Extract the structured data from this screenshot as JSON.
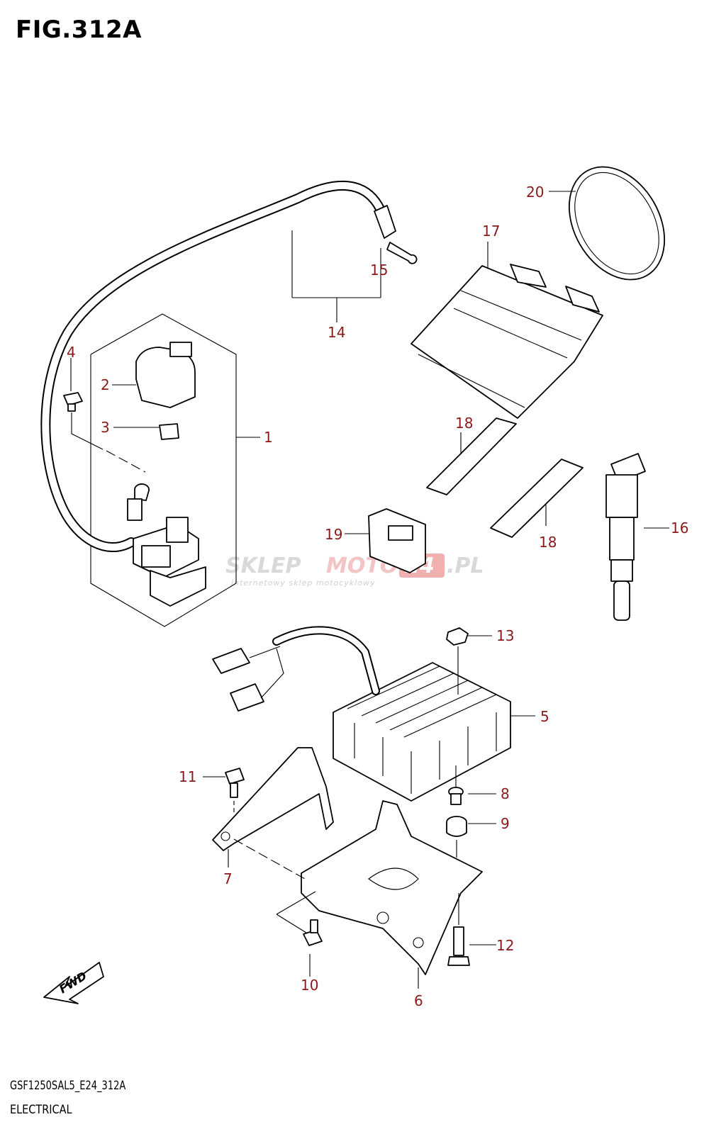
{
  "figure": {
    "title": "FIG.312A",
    "code": "GSF1250SAL5_E24_312A",
    "name": "ELECTRICAL"
  },
  "watermark": {
    "brand_a": "SKLEP",
    "brand_b": "MOTO",
    "brand_c": "24",
    "brand_d": ".PL",
    "tagline": "internetowy sklep motocyklowy"
  },
  "fwd_label": "FWD",
  "callouts": {
    "c1": "1",
    "c2": "2",
    "c3": "3",
    "c4": "4",
    "c5": "5",
    "c6": "6",
    "c7": "7",
    "c8": "8",
    "c9": "9",
    "c10": "10",
    "c11": "11",
    "c12": "12",
    "c13": "13",
    "c14": "14",
    "c15": "15",
    "c16": "16",
    "c17": "17",
    "c18a": "18",
    "c18b": "18",
    "c19": "19",
    "c20": "20"
  },
  "colors": {
    "callout": "#8b1a1a",
    "line": "#000000",
    "watermark_accent": "#e05050"
  }
}
